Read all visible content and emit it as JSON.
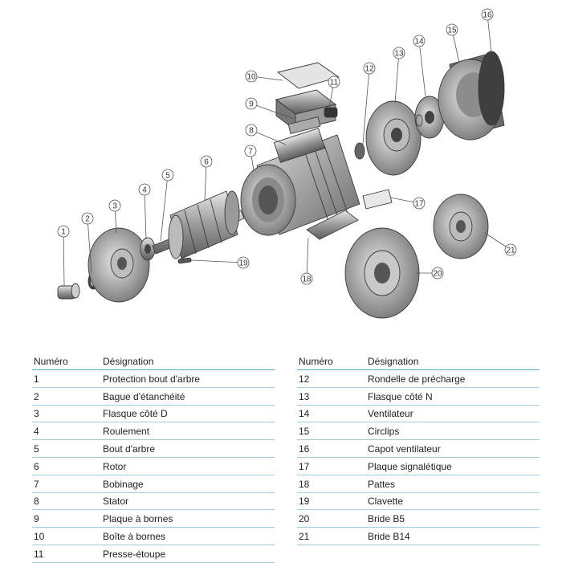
{
  "diagram": {
    "callouts": [
      "1",
      "2",
      "3",
      "4",
      "5",
      "6",
      "7",
      "8",
      "9",
      "10",
      "11",
      "12",
      "13",
      "14",
      "15",
      "16",
      "17",
      "18",
      "19",
      "20",
      "21"
    ]
  },
  "tables": {
    "header": {
      "number": "Numéro",
      "designation": "Désignation"
    },
    "left": [
      {
        "number": "1",
        "designation": "Protection bout d'arbre"
      },
      {
        "number": "2",
        "designation": "Bague d'étanchéité"
      },
      {
        "number": "3",
        "designation": "Flasque côté D"
      },
      {
        "number": "4",
        "designation": "Roulement"
      },
      {
        "number": "5",
        "designation": "Bout d'arbre"
      },
      {
        "number": "6",
        "designation": "Rotor"
      },
      {
        "number": "7",
        "designation": "Bobinage"
      },
      {
        "number": "8",
        "designation": "Stator"
      },
      {
        "number": "9",
        "designation": "Plaque à bornes"
      },
      {
        "number": "10",
        "designation": "Boîte à bornes"
      },
      {
        "number": "11",
        "designation": "Presse-étoupe"
      }
    ],
    "right": [
      {
        "number": "12",
        "designation": "Rondelle de précharge"
      },
      {
        "number": "13",
        "designation": "Flasque côté N"
      },
      {
        "number": "14",
        "designation": "Ventilateur"
      },
      {
        "number": "15",
        "designation": "Circlips"
      },
      {
        "number": "16",
        "designation": "Capot ventilateur"
      },
      {
        "number": "17",
        "designation": "Plaque signalétique"
      },
      {
        "number": "18",
        "designation": "Pattes"
      },
      {
        "number": "19",
        "designation": "Clavette"
      },
      {
        "number": "20",
        "designation": "Bride B5"
      },
      {
        "number": "21",
        "designation": "Bride B14"
      }
    ]
  }
}
